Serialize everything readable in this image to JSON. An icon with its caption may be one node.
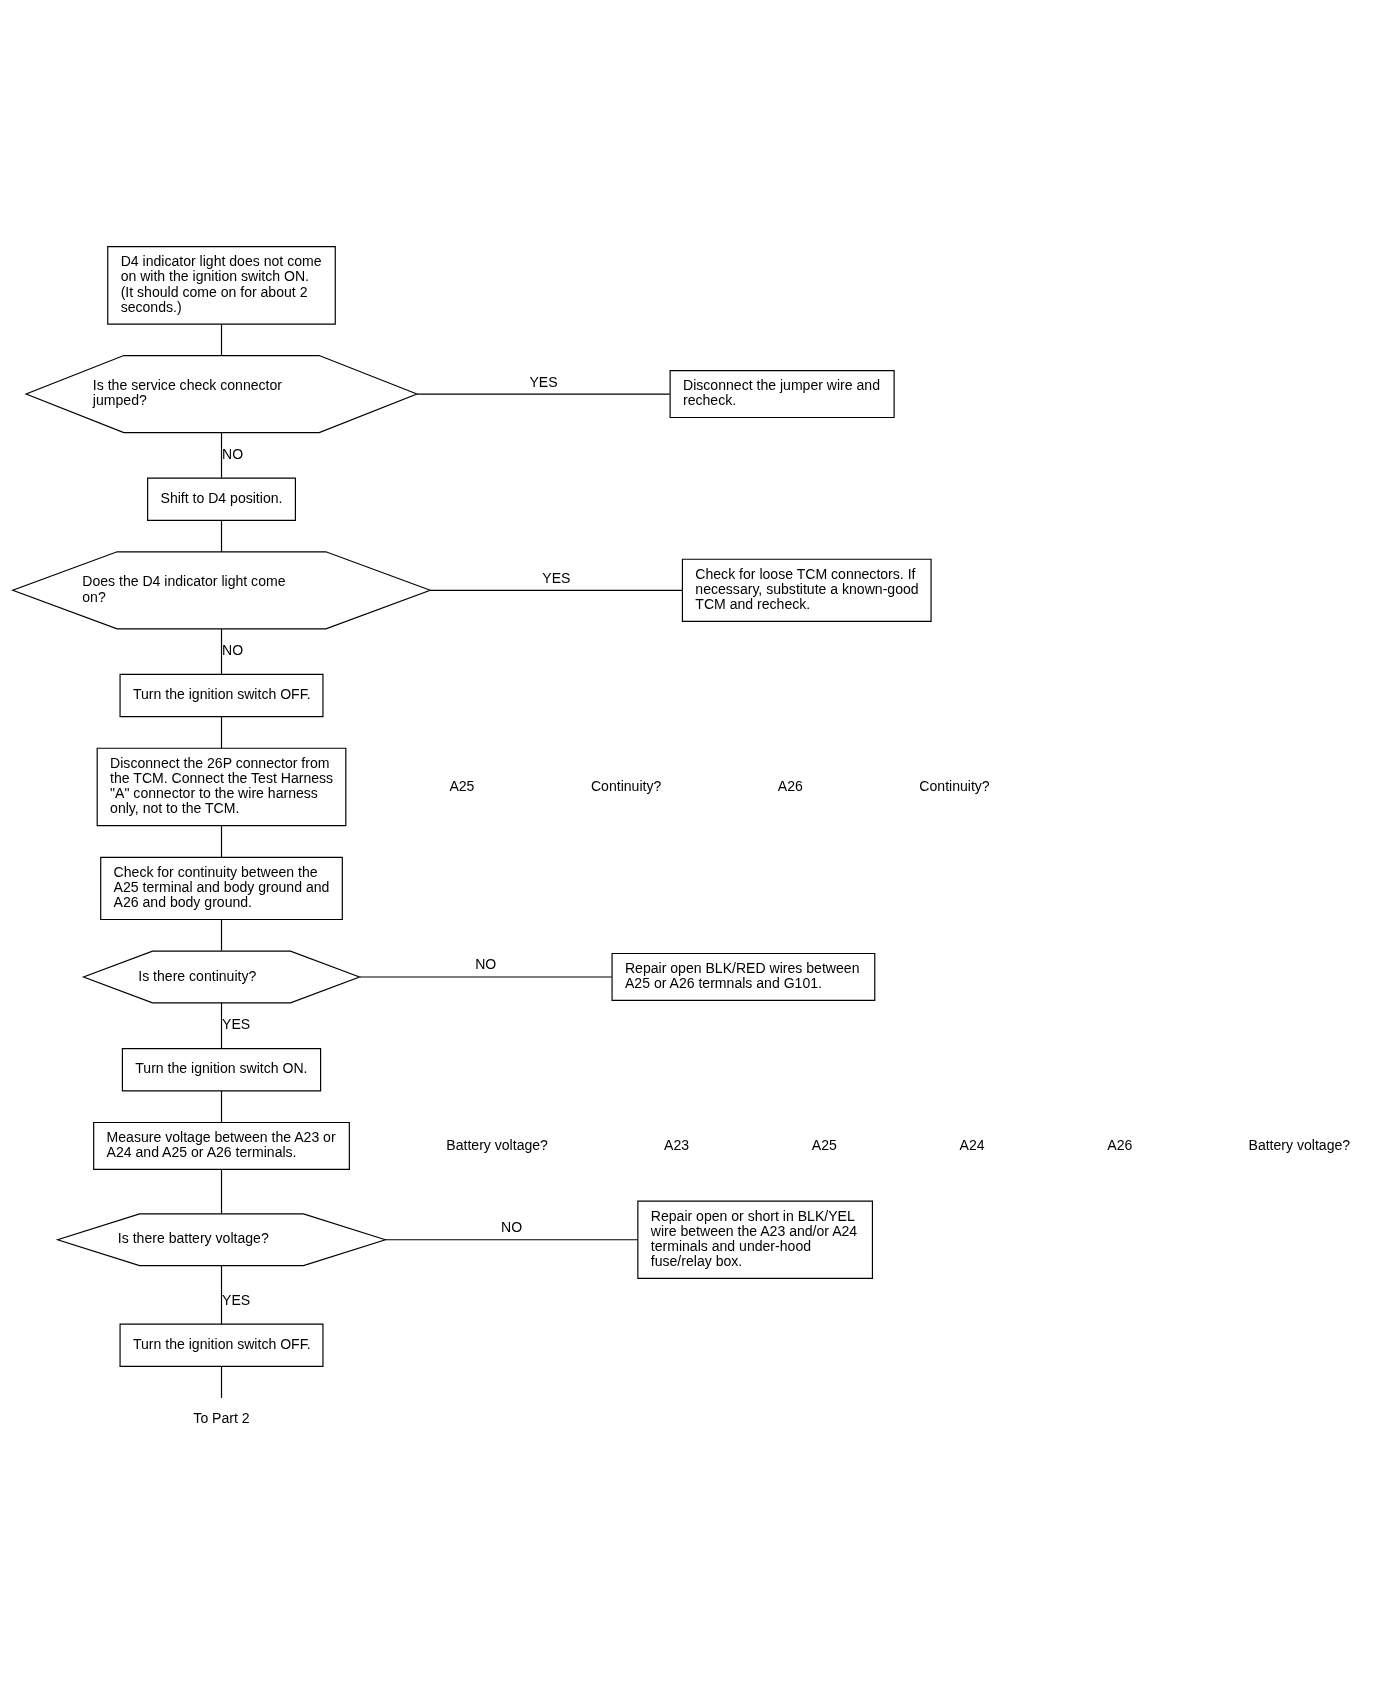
{
  "diagram": {
    "nodes": [
      {
        "text": [
          "D4 indicator light does not come on with the ignition switch ON. (It should come on for about 2 seconds.)"
        ]
      },
      {
        "text": [
          "Is the service check connector jumped?"
        ]
      },
      {
        "text": [
          "Disconnect the jumper wire and recheck."
        ]
      },
      {
        "text": [
          "Shift to D4 position."
        ]
      },
      {
        "text": [
          "Does the D4 indicator light come on?"
        ]
      },
      {
        "text": [
          "Check for loose TCM connectors. If necessary, substitute a known-good TCM and recheck."
        ]
      },
      {
        "text": [
          "Turn the ignition switch OFF."
        ]
      },
      {
        "text": [
          "Disconnect the 26P connector from the TCM. Connect the Test Harness \"A\" connector to the wire harness only, not to the TCM."
        ]
      },
      {
        "text": [
          "Check for continuity between the A25 terminal and body ground and A26 and body ground."
        ]
      },
      {
        "text": [
          "Is there continuity?"
        ]
      },
      {
        "text": [
          "Repair open BLK/RED wires between A25 or A26 termnals and G101."
        ]
      },
      {
        "text": [
          "Turn the ignition switch ON."
        ]
      },
      {
        "text": [
          "Measure voltage between the A23 or A24 and A25 or A26 terminals."
        ]
      },
      {
        "text": [
          "Is there battery voltage?"
        ]
      },
      {
        "text": [
          "Repair open or short in BLK/YEL wire between the A23 and/or A24 terminals and under-hood fuse/relay box."
        ]
      },
      {
        "text": [
          "Turn the ignition switch OFF."
        ]
      },
      {
        "text": [
          "To Part 2"
        ]
      }
    ],
    "edges": [
      {
        "from": 0,
        "to": 1,
        "arrow": "none"
      },
      {
        "from": 1,
        "to": 2,
        "label": "YES",
        "arrow": "none"
      },
      {
        "from": 1,
        "to": 3,
        "label": "NO",
        "arrow": "none"
      },
      {
        "from": 3,
        "to": 4,
        "arrow": "none"
      },
      {
        "from": 4,
        "to": 5,
        "label": "YES",
        "arrow": "none"
      },
      {
        "from": 4,
        "to": 6,
        "label": "NO",
        "arrow": "none"
      },
      {
        "from": 6,
        "to": 7,
        "arrow": "none"
      },
      {
        "from": 7,
        "to": 8,
        "arrow": "none"
      },
      {
        "from": 8,
        "to": 9,
        "arrow": "none"
      },
      {
        "from": 9,
        "to": 10,
        "label": "NO",
        "arrow": "none"
      },
      {
        "from": 9,
        "to": 11,
        "label": "YES",
        "arrow": "none"
      },
      {
        "from": 11,
        "to": 12,
        "arrow": "none"
      },
      {
        "from": 12,
        "to": 13,
        "arrow": "none"
      },
      {
        "from": 13,
        "to": 14,
        "label": "NO",
        "arrow": "none"
      },
      {
        "from": 13,
        "to": 15,
        "label": "YES",
        "arrow": "none"
      },
      {
        "from": 15,
        "to": 16,
        "arrow": "none"
      }
    ],
    "labels": [
      "A25",
      "Continuity?",
      "A26",
      "Continuity?",
      "Battery voltage?",
      "A23",
      "A25",
      "A24",
      "A26",
      "Battery voltage?"
    ]
  }
}
